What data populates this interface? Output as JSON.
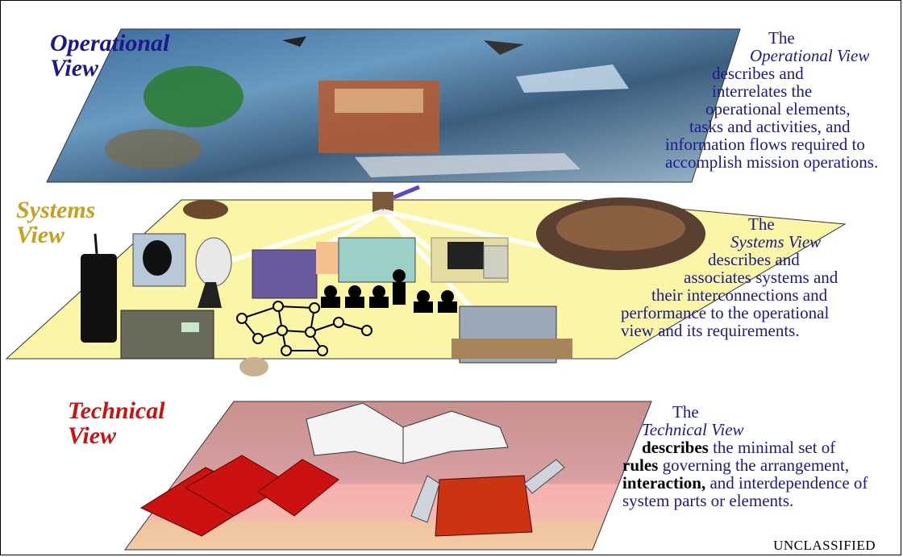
{
  "operational": {
    "title": "Operational\nView",
    "title_color": "#1a1a8c",
    "description": {
      "l1": "The",
      "l2": "Operational View",
      "l3": "describes and",
      "l4": "interrelates the",
      "l5": "operational elements,",
      "l6": "tasks and activities, and",
      "l7": "information flows required to",
      "l8": "accomplish mission operations."
    }
  },
  "systems": {
    "title": "Systems\nView",
    "title_color": "#c8a020",
    "description": {
      "l1": "The",
      "l2": "Systems View",
      "l3": "describes and",
      "l4": "associates systems and",
      "l5": "their interconnections and",
      "l6": "performance to the operational",
      "l7": "view and its requirements."
    }
  },
  "technical": {
    "title": "Technical\nView",
    "title_color": "#cc1111",
    "description": {
      "l1": "The",
      "l2": "Technical View",
      "l3a": "describes",
      "l3b": " the minimal set of",
      "l4a": "rules",
      "l4b": " governing the arrangement,",
      "l5a": "interaction,",
      "l5b": " and interdependence of",
      "l6": "system parts or elements."
    }
  },
  "footer": "UNCLASSIFIED",
  "colors": {
    "description_text": "#1a1a8c",
    "systems_plane": "#fbf5a8",
    "technical_plane": "#d8a0a0"
  }
}
